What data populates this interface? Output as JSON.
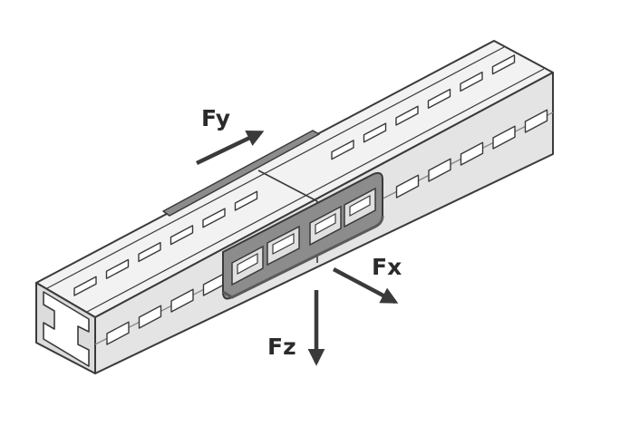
{
  "diagram": {
    "forces": [
      {
        "id": "fy",
        "label": "Fy"
      },
      {
        "id": "fx",
        "label": "Fx"
      },
      {
        "id": "fz",
        "label": "Fz"
      }
    ],
    "colors": {
      "channel_fill": "#e9e9e9",
      "channel_top": "#f2f2f2",
      "channel_side": "#dcdcdc",
      "outline": "#3a3a3a",
      "slot_fill": "#ffffff",
      "plate_fill": "#8c8c8c",
      "plate_dark": "#6f6f6f",
      "arrow": "#3a3a3a"
    }
  }
}
